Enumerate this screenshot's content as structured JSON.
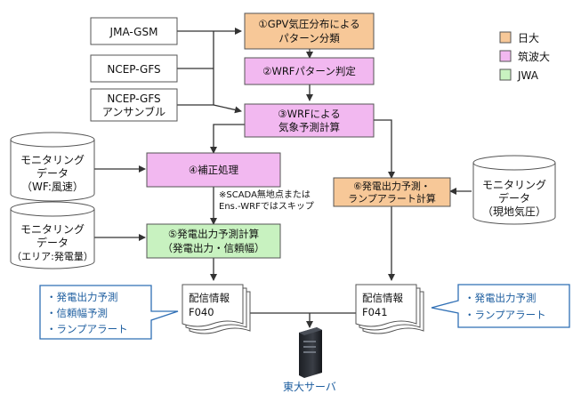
{
  "colors": {
    "utokyo": "#f7c898",
    "tsukuba": "#f2b8f0",
    "jwa": "#c8f2c0",
    "box_border": "#555555",
    "callout_border": "#2f6fb5",
    "callout_text": "#1f5fa0",
    "arrow": "#333333",
    "server": "#2a2d33"
  },
  "sources": {
    "jma_gsm": "JMA-GSM",
    "ncep_gfs": "NCEP-GFS",
    "ncep_gfs_ens_1": "NCEP-GFS",
    "ncep_gfs_ens_2": "アンサンブル"
  },
  "steps": {
    "s1_1": "①GPV気圧分布による",
    "s1_2": "パターン分類",
    "s2": "②WRFパターン判定",
    "s3_1": "③WRFによる",
    "s3_2": "気象予測計算",
    "s4": "④補正処理",
    "s5_1": "⑤発電出力予測計算",
    "s5_2": "（発電出力・信頼幅）",
    "s6_1": "⑥発電出力予測・",
    "s6_2": "ランプアラート計算"
  },
  "monitoring": {
    "wf_1": "モニタリング",
    "wf_2": "データ",
    "wf_3": "（WF:風速）",
    "area_1": "モニタリング",
    "area_2": "データ",
    "area_3": "（エリア:発電量）",
    "site_1": "モニタリング",
    "site_2": "データ",
    "site_3": "（現地気圧）"
  },
  "note": {
    "line1": "※SCADA無地点または",
    "line2": "Ens.-WRFではスキップ"
  },
  "docs": {
    "f040_1": "配信情報",
    "f040_2": "F040",
    "f041_1": "配信情報",
    "f041_2": "F041"
  },
  "callouts": {
    "left": [
      "・発電出力予測",
      "・信頼幅予測",
      "・ランプアラート"
    ],
    "right": [
      "・発電出力予測",
      "・ランプアラート"
    ]
  },
  "server_label": "東大サーバ",
  "legend": [
    {
      "label": "日大",
      "color": "#f7c898"
    },
    {
      "label": "筑波大",
      "color": "#f2b8f0"
    },
    {
      "label": "JWA",
      "color": "#c8f2c0"
    }
  ]
}
